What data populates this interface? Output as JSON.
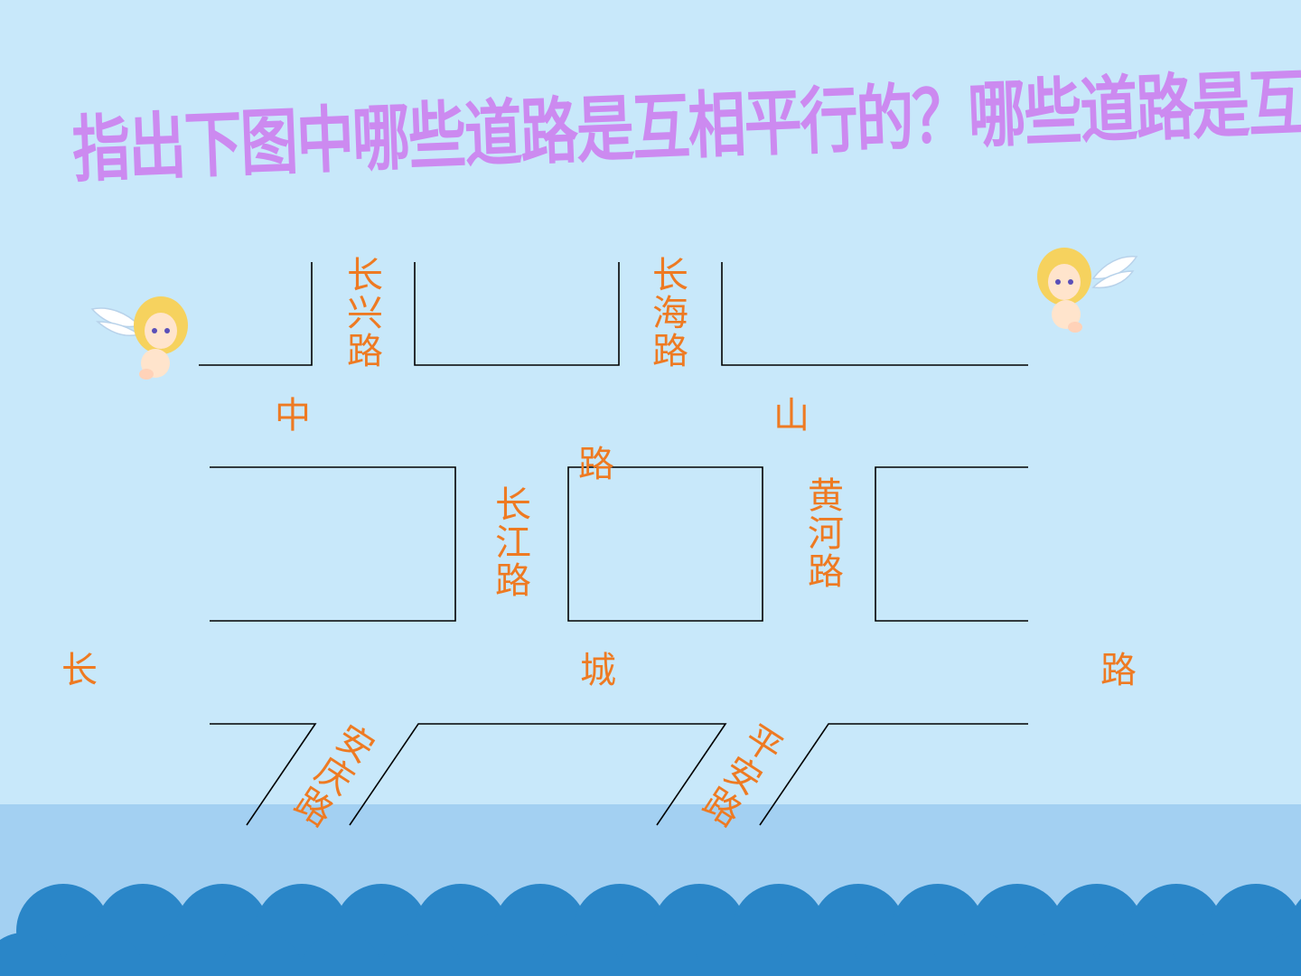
{
  "title": "指出下图中哪些道路是互相平行的？哪些道路是互相垂直的？",
  "roads": {
    "zhongshan": [
      "中",
      "路",
      "山"
    ],
    "changcheng": [
      "长",
      "城",
      "路"
    ],
    "changxing": "长兴路",
    "changhai": "长海路",
    "changjiang": "长江路",
    "huanghe": "黄河路",
    "anqing": "安庆路",
    "pingan": "平安路"
  },
  "colors": {
    "background": "#c8e8fa",
    "title": "#cc8af0",
    "road_label": "#ee7a22",
    "sea": "#a3d0f2",
    "waves": "#2a86c8",
    "road_line": "#000000"
  }
}
